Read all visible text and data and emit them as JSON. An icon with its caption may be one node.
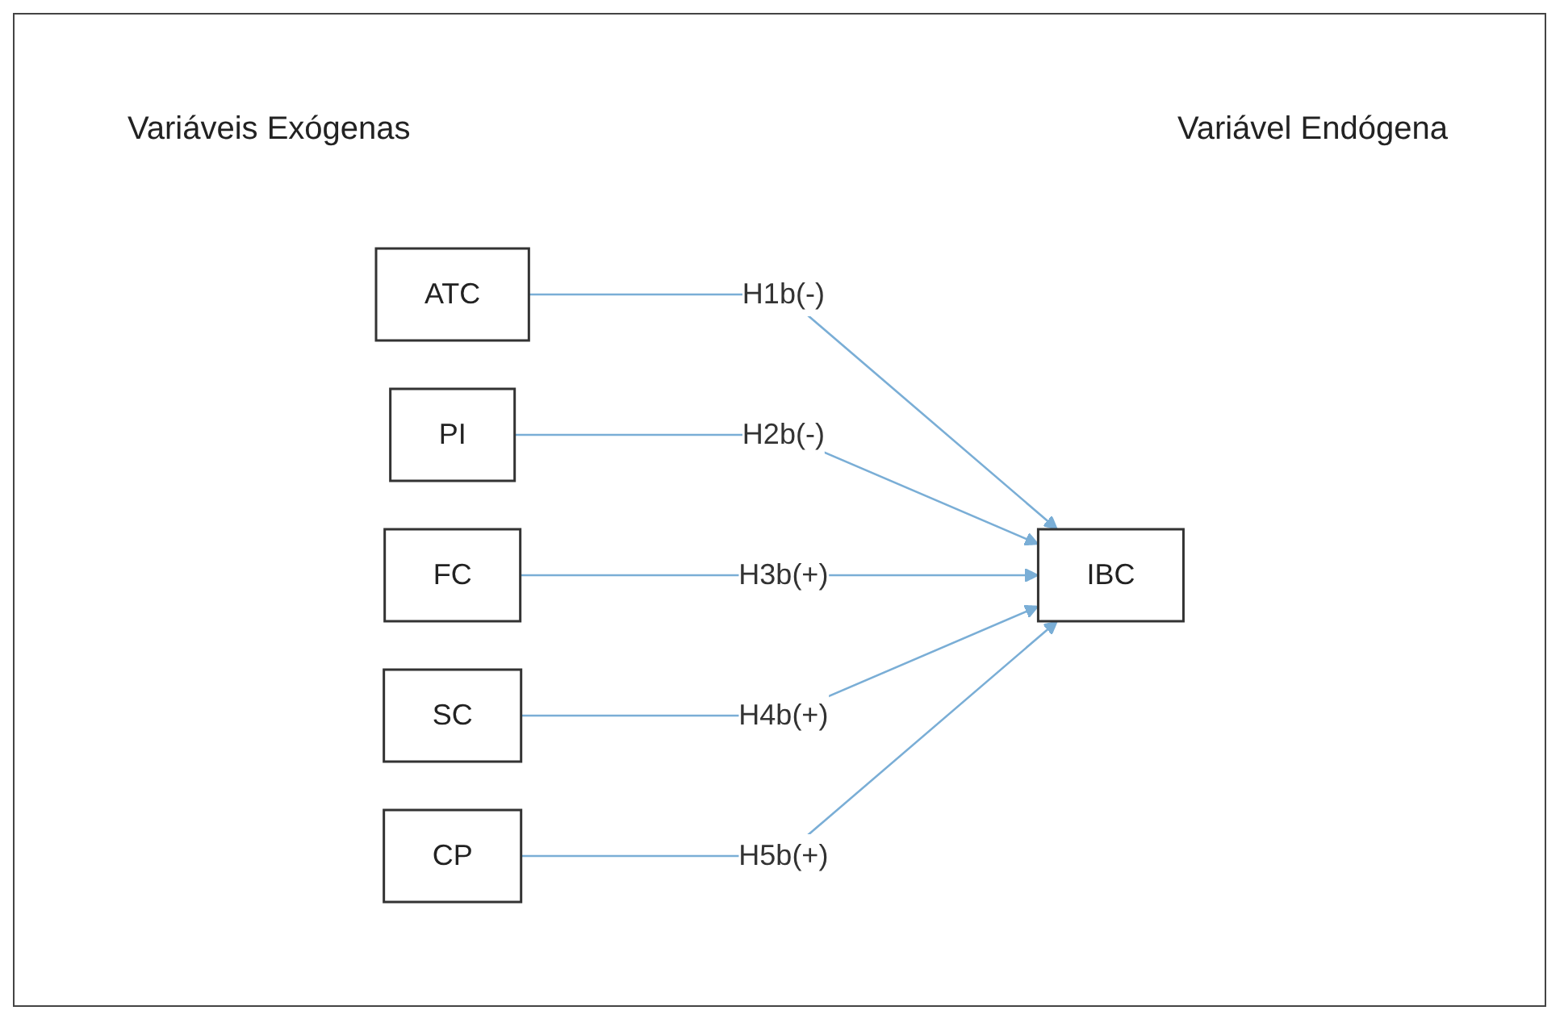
{
  "diagram": {
    "nodes": [
      {
        "text": [
          "ATC"
        ]
      },
      {
        "text": [
          "PI"
        ]
      },
      {
        "text": [
          "FC"
        ]
      },
      {
        "text": [
          "SC"
        ]
      },
      {
        "text": [
          "CP"
        ]
      },
      {
        "text": [
          "IBC"
        ]
      }
    ],
    "edges": [
      {
        "from": 0,
        "to": 5,
        "arrow": "to",
        "label": "H1b(-)"
      },
      {
        "from": 1,
        "to": 5,
        "arrow": "to",
        "label": "H2b(-)"
      },
      {
        "from": 2,
        "to": 5,
        "arrow": "to",
        "label": "H3b(+)"
      },
      {
        "from": 3,
        "to": 5,
        "arrow": "to",
        "label": "H4b(+)"
      },
      {
        "from": 4,
        "to": 5,
        "arrow": "to",
        "label": "H5b(+)"
      }
    ],
    "labels": [
      "Variáveis Exógenas",
      "Variável Endógena"
    ]
  }
}
